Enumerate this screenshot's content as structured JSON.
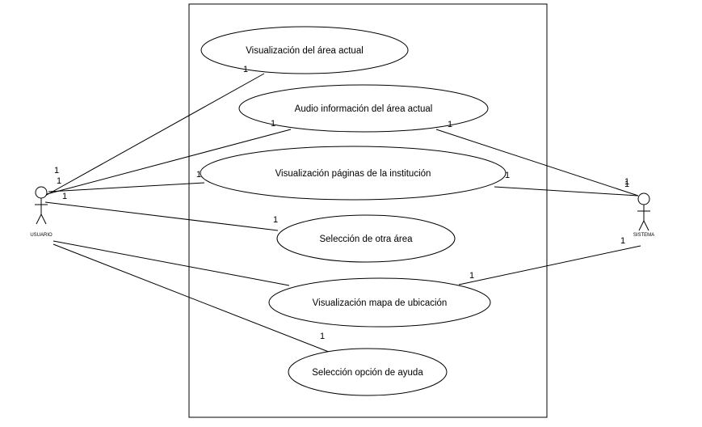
{
  "colors": {
    "line": "#000000",
    "fill": "#ffffff"
  },
  "actors": [
    {
      "id": "usuario",
      "name": "USUARIO"
    },
    {
      "id": "sistema",
      "name": "SISTEMA"
    }
  ],
  "use_cases": [
    {
      "id": "uc1",
      "label": "Visualización del área actual"
    },
    {
      "id": "uc2",
      "label": "Audio información del área actual"
    },
    {
      "id": "uc3",
      "label": "Visualización páginas de la institución"
    },
    {
      "id": "uc4",
      "label": "Selección de otra área"
    },
    {
      "id": "uc5",
      "label": "Visualización mapa de ubicación"
    },
    {
      "id": "uc6",
      "label": "Selección opción de ayuda"
    }
  ],
  "associations": [
    {
      "actor": "usuario",
      "use_case": "uc1",
      "actor_multiplicity": "1",
      "use_case_multiplicity": "1"
    },
    {
      "actor": "usuario",
      "use_case": "uc2",
      "actor_multiplicity": "1",
      "use_case_multiplicity": "1"
    },
    {
      "actor": "usuario",
      "use_case": "uc3",
      "actor_multiplicity": "1",
      "use_case_multiplicity": "1"
    },
    {
      "actor": "usuario",
      "use_case": "uc4",
      "actor_multiplicity": "",
      "use_case_multiplicity": "1"
    },
    {
      "actor": "usuario",
      "use_case": "uc5",
      "actor_multiplicity": "",
      "use_case_multiplicity": ""
    },
    {
      "actor": "usuario",
      "use_case": "uc6",
      "actor_multiplicity": "",
      "use_case_multiplicity": "1"
    },
    {
      "actor": "sistema",
      "use_case": "uc2",
      "actor_multiplicity": "1",
      "use_case_multiplicity": "1"
    },
    {
      "actor": "sistema",
      "use_case": "uc3",
      "actor_multiplicity": "1",
      "use_case_multiplicity": "1"
    },
    {
      "actor": "sistema",
      "use_case": "uc5",
      "actor_multiplicity": "1",
      "use_case_multiplicity": "1"
    }
  ]
}
